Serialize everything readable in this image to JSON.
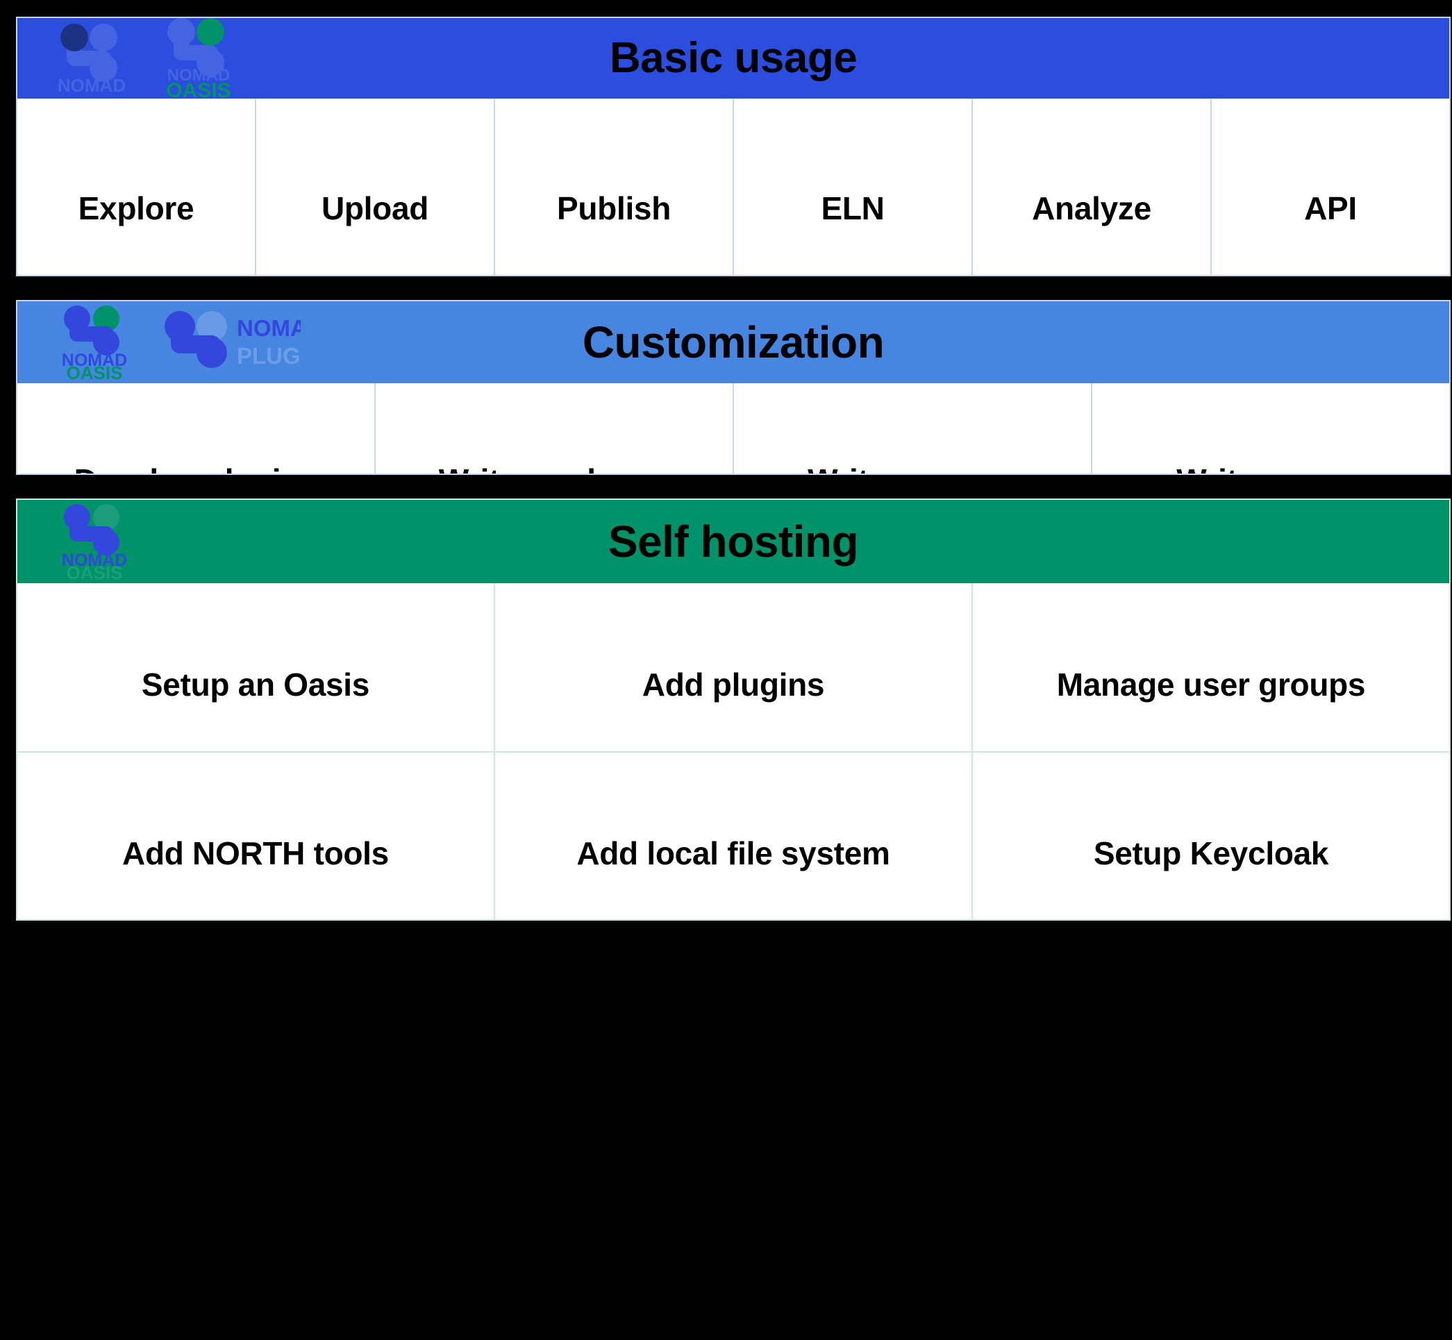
{
  "page": {
    "background": "#000000"
  },
  "sections": [
    {
      "id": "basic-usage",
      "title": "Basic usage",
      "header_color": "#2b4ede",
      "grid_color": "#c6d4f5",
      "logos": [
        {
          "name": "nomad-logo",
          "wordmark": "NOMAD",
          "submark": "",
          "faded": true
        },
        {
          "name": "nomad-oasis-logo",
          "wordmark": "NOMAD",
          "submark": "OASIS",
          "faded": false
        }
      ],
      "rows": [
        {
          "cells": [
            {
              "label": "Explore"
            },
            {
              "label": "Upload"
            },
            {
              "label": "Publish"
            },
            {
              "label": "ELN"
            },
            {
              "label": "Analyze"
            },
            {
              "label": "API"
            }
          ]
        }
      ]
    },
    {
      "id": "customization",
      "title": "Customization",
      "header_color": "#4786e0",
      "grid_color": "#c6d6f3",
      "logos": [
        {
          "name": "nomad-oasis-logo",
          "wordmark": "NOMAD",
          "submark": "OASIS",
          "faded": false
        },
        {
          "name": "nomad-plugin-logo",
          "wordmark": "NOMAD",
          "submark": "PLUGIN",
          "faded": false
        }
      ],
      "rows": [
        {
          "cells": [
            {
              "label": "Develop plugins"
            },
            {
              "label": "Write a schema"
            },
            {
              "label": "Write a parser"
            },
            {
              "label": "Write an app"
            }
          ]
        }
      ]
    },
    {
      "id": "self-hosting",
      "title": "Self hosting",
      "header_color": "#009269",
      "grid_color": "#cbe8dd",
      "logos": [
        {
          "name": "nomad-logo",
          "wordmark": "NOMAD",
          "submark": "OASIS",
          "faded": false
        }
      ],
      "rows": [
        {
          "cells": [
            {
              "label": "Setup an Oasis"
            },
            {
              "label": "Add plugins"
            },
            {
              "label": "Manage user groups"
            }
          ]
        },
        {
          "cells": [
            {
              "label": "Add NORTH tools"
            },
            {
              "label": "Add local file system"
            },
            {
              "label": "Setup  Keycloak"
            }
          ]
        }
      ]
    }
  ],
  "brand": {
    "nomad_blue": "#3347dd",
    "oasis_green": "#009269",
    "dark_navy": "#1b3380"
  }
}
